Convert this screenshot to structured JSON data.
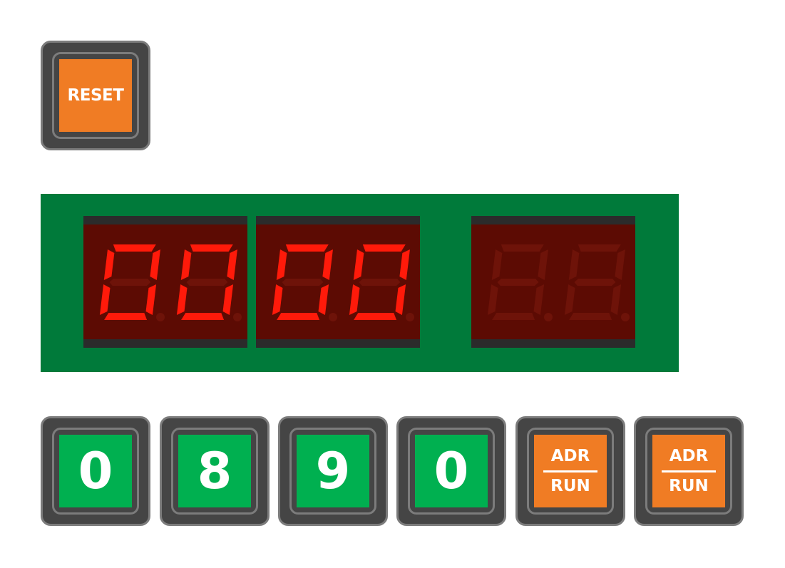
{
  "reset_button": {
    "label": "RESET",
    "color": "#f07c24"
  },
  "display": {
    "board_color": "#007a3a",
    "lit_color": "#ff1a0a",
    "modules": [
      {
        "digits": [
          "0",
          "0"
        ],
        "lit": true
      },
      {
        "digits": [
          "0",
          "0"
        ],
        "lit": true
      },
      {
        "digits": [
          "",
          ""
        ],
        "lit": false
      }
    ]
  },
  "keys": [
    {
      "label": "0",
      "kind": "digit",
      "color": "#00b050"
    },
    {
      "label": "8",
      "kind": "digit",
      "color": "#00b050"
    },
    {
      "label": "9",
      "kind": "digit",
      "color": "#00b050"
    },
    {
      "label": "0",
      "kind": "digit",
      "color": "#00b050"
    },
    {
      "top": "ADR",
      "bottom": "RUN",
      "kind": "adr-run",
      "color": "#f07c24"
    },
    {
      "top": "ADR",
      "bottom": "RUN",
      "kind": "adr-run",
      "color": "#f07c24"
    }
  ]
}
